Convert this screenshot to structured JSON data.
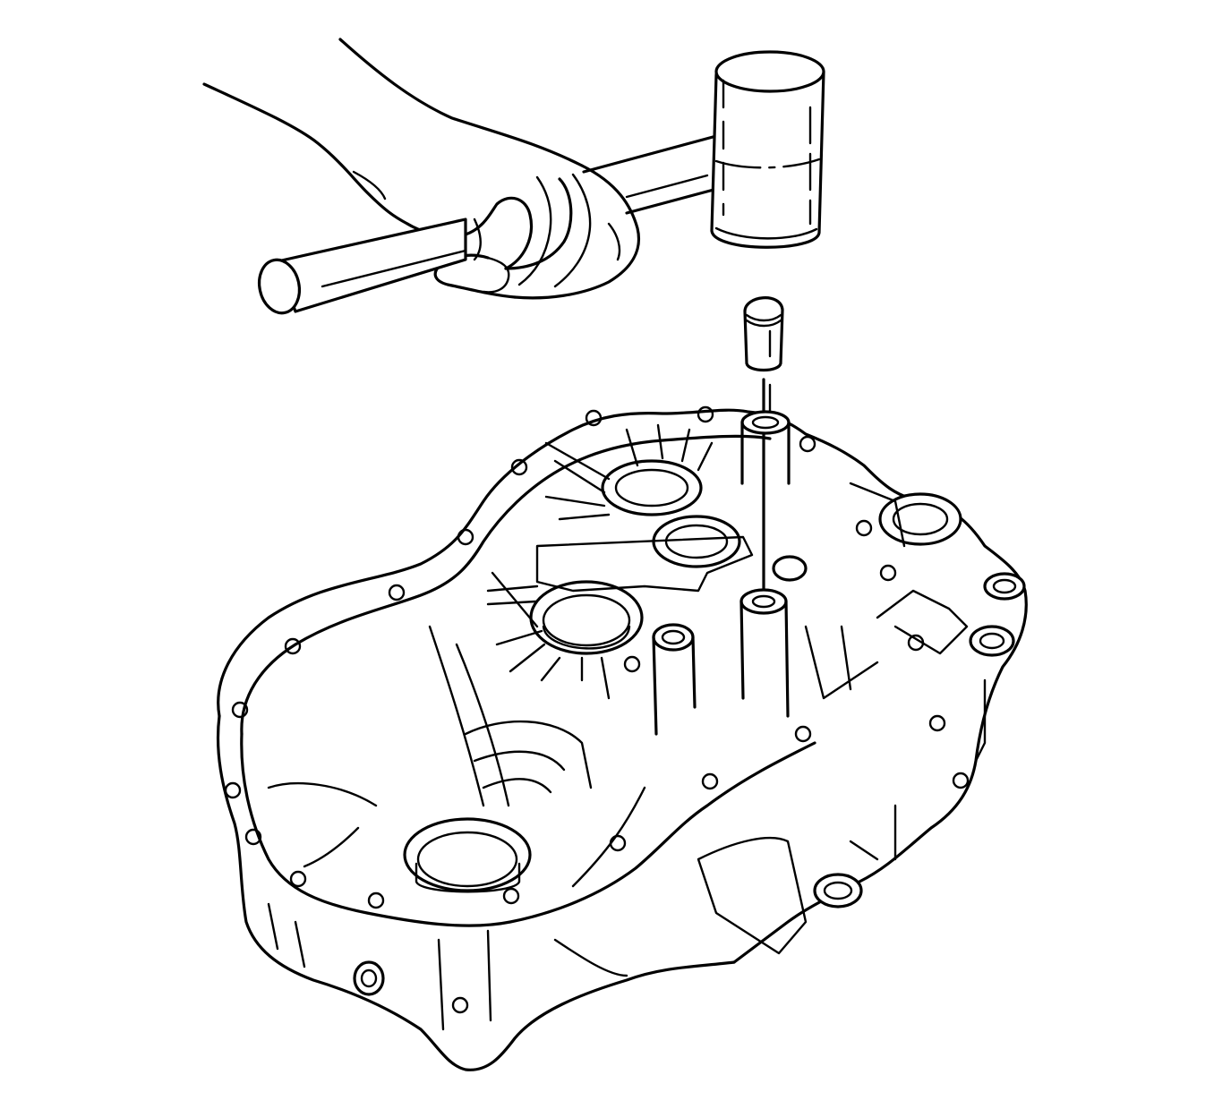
{
  "figure": {
    "background": "#ffffff",
    "ink": "#000000",
    "parts": {
      "hand": "hand",
      "mallet": "soft-face-mallet",
      "tool": "installer-pin",
      "housing": "transaxle-case-half"
    }
  }
}
